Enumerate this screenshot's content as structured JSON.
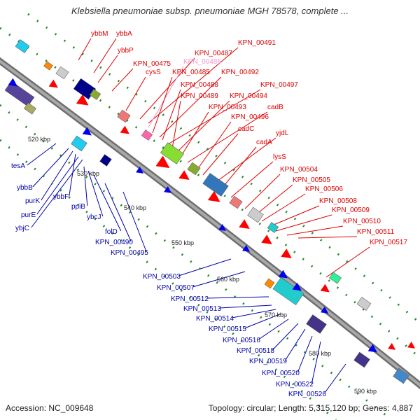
{
  "map": {
    "title": "Klebsiella pneumoniae subsp. pneumoniae MGH 78578, complete ...",
    "accession_text": "Accession: NC_009648",
    "summary_text": "Topology: circular; Length: 5,315,120 bp; Genes: 4,887"
  },
  "colors": {
    "forward_label": "#dd0000",
    "forward_label_faded": "#ee99cc",
    "reverse_label": "#0000aa",
    "forward_gene": "#ff0000",
    "reverse_gene": "#0000ee",
    "backbone": "#888888",
    "tick": "#228822"
  },
  "ticks": [
    "520 kbp",
    "530 kbp",
    "540 kbp",
    "550 kbp",
    "560 kbp",
    "570 kbp",
    "580 kbp",
    "590 kbp"
  ],
  "forward_labels": [
    {
      "text": "ybbM"
    },
    {
      "text": "ybbA"
    },
    {
      "text": "ybbP"
    },
    {
      "text": "KPN_00475"
    },
    {
      "text": "cysS"
    },
    {
      "text": "KPN_00487"
    },
    {
      "text": "KPN_00491"
    },
    {
      "text": "KPN_00486",
      "faded": true
    },
    {
      "text": "KPN_00485"
    },
    {
      "text": "KPN_00492"
    },
    {
      "text": "KPN_00488"
    },
    {
      "text": "KPN_00497"
    },
    {
      "text": "KPN_00489"
    },
    {
      "text": "KPN_00494"
    },
    {
      "text": "KPN_00493"
    },
    {
      "text": "cadB"
    },
    {
      "text": "KPN_00496"
    },
    {
      "text": "cadC"
    },
    {
      "text": "yjdL"
    },
    {
      "text": "cadA"
    },
    {
      "text": "lysS"
    },
    {
      "text": "KPN_00504"
    },
    {
      "text": "KPN_00505"
    },
    {
      "text": "KPN_00506"
    },
    {
      "text": "KPN_00508"
    },
    {
      "text": "KPN_00509"
    },
    {
      "text": "KPN_00510"
    },
    {
      "text": "KPN_00511"
    },
    {
      "text": "KPN_00517"
    }
  ],
  "reverse_labels": [
    {
      "text": "tesA"
    },
    {
      "text": "ybbB"
    },
    {
      "text": "purK"
    },
    {
      "text": "ybbF"
    },
    {
      "text": "purE"
    },
    {
      "text": "ybjC"
    },
    {
      "text": "ppiB"
    },
    {
      "text": "ybcJ"
    },
    {
      "text": "folD"
    },
    {
      "text": "KPN_00490"
    },
    {
      "text": "KPN_00495"
    },
    {
      "text": "KPN_00503"
    },
    {
      "text": "KPN_00507"
    },
    {
      "text": "KPN_00512"
    },
    {
      "text": "KPN_00513"
    },
    {
      "text": "KPN_00514"
    },
    {
      "text": "KPN_00515"
    },
    {
      "text": "KPN_00516"
    },
    {
      "text": "KPN_00518"
    },
    {
      "text": "KPN_00519"
    },
    {
      "text": "KPN_00520"
    },
    {
      "text": "KPN_00522"
    },
    {
      "text": "KPN_00526"
    }
  ]
}
